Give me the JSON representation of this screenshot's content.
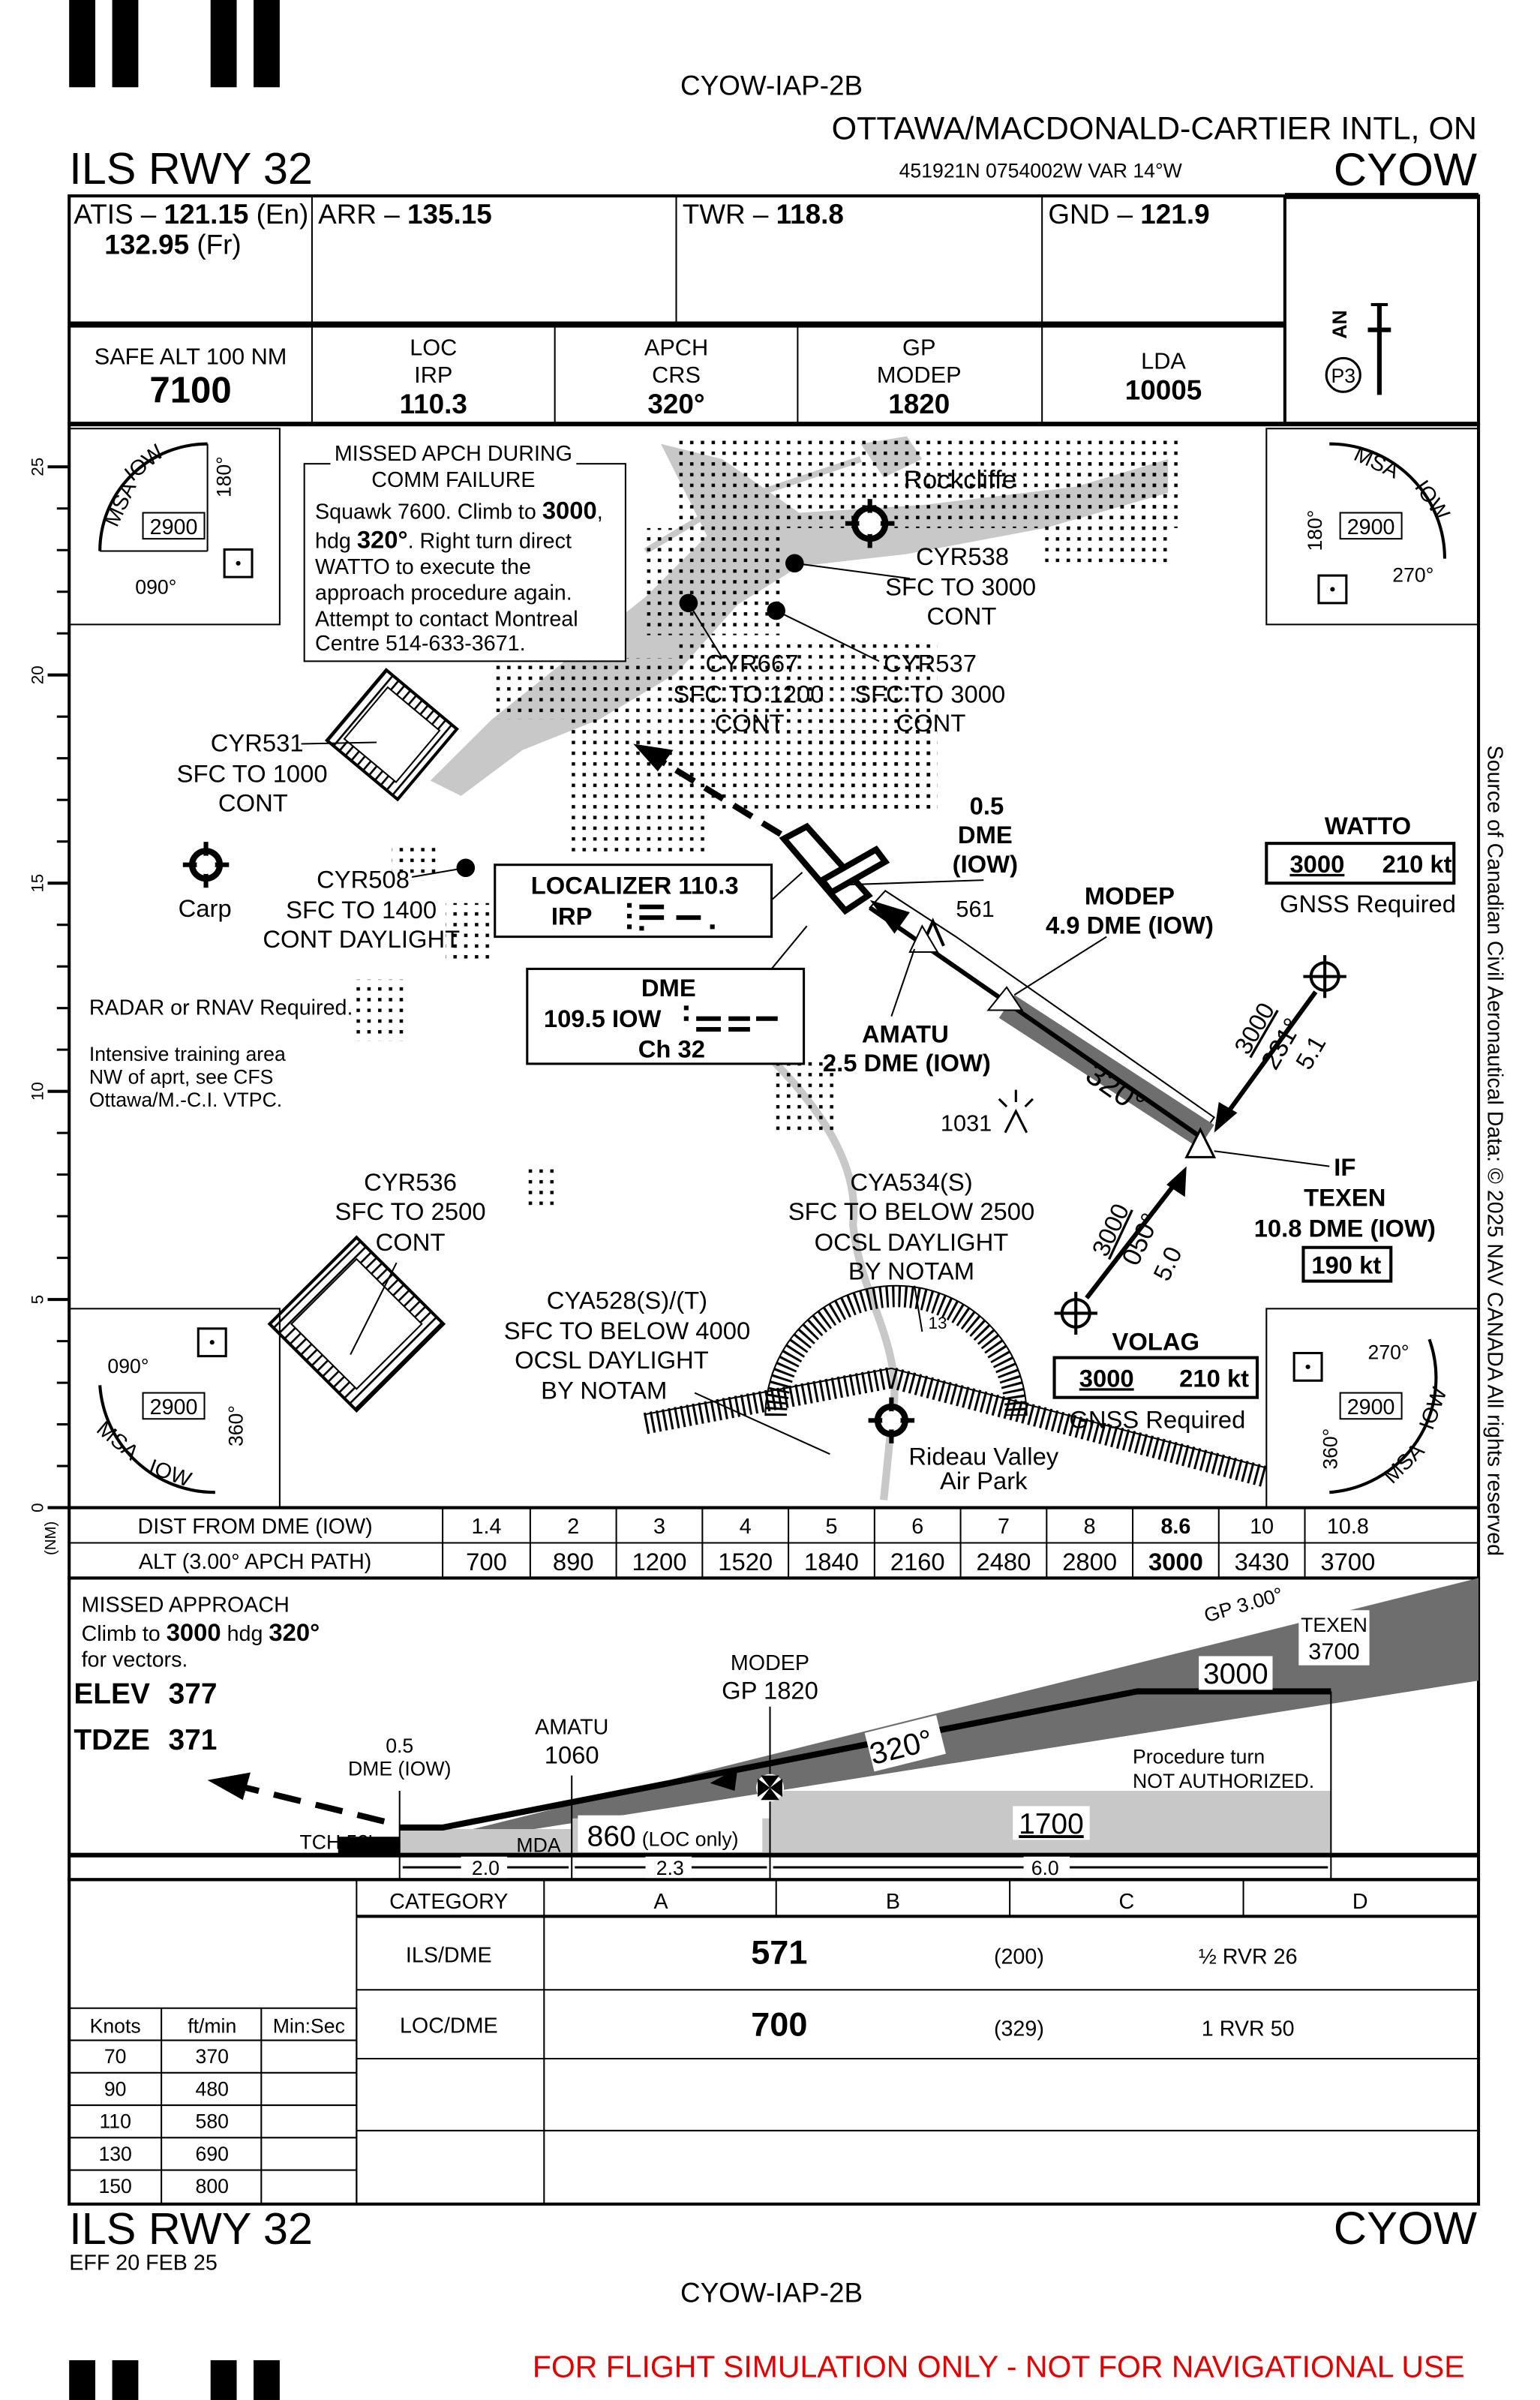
{
  "header": {
    "chart_id": "CYOW-IAP-2B",
    "airport_name": "OTTAWA/MACDONALD-CARTIER INTL, ON",
    "procedure": "ILS RWY 32",
    "position": "451921N  0754002W  VAR 14°W",
    "icao": "CYOW"
  },
  "comms": {
    "atis": "ATIS – ",
    "atis_freq": "121.15",
    "atis_en": " (En)",
    "atis_freq2": "132.95",
    "atis_fr": " (Fr)",
    "arr": "ARR – ",
    "arr_freq": "135.15",
    "twr": "TWR – ",
    "twr_freq": "118.8",
    "gnd": "GND – ",
    "gnd_freq": "121.9"
  },
  "briefing": {
    "safe_alt_label": "SAFE ALT 100 NM",
    "safe_alt": "7100",
    "loc_label": "LOC",
    "loc_id": "IRP",
    "loc_freq": "110.3",
    "apch_label": "APCH",
    "crs_label": "CRS",
    "crs": "320°",
    "gp_label": "GP",
    "gp_fix": "MODEP",
    "gp_alt": "1820",
    "lda_label": "LDA",
    "lda": "10005",
    "lighting_an": "AN",
    "lighting_code": "P3"
  },
  "plan": {
    "scale_labels": [
      "25",
      "20",
      "15",
      "10",
      "5",
      "0"
    ],
    "scale_unit": "(NM)",
    "msa_tl": {
      "msa": "MSA",
      "nav": "IOW",
      "alt": "2900",
      "brg_a": "180°",
      "brg_b": "090°"
    },
    "msa_tr": {
      "msa": "MSA",
      "nav": "IOW",
      "alt": "2900",
      "brg_a": "180°",
      "brg_b": "270°"
    },
    "msa_bl": {
      "msa": "MSA",
      "nav": "IOW",
      "alt": "2900",
      "brg_a": "090°",
      "brg_b": "360°"
    },
    "msa_br": {
      "msa": "MSA",
      "nav": "IOW",
      "alt": "2900",
      "brg_a": "270°",
      "brg_b": "360°"
    },
    "comm_failure": {
      "title1": "MISSED APCH DURING",
      "title2": "COMM FAILURE",
      "l1a": "Squawk 7600. Climb to ",
      "l1b": "3000",
      ",": ",",
      "l2a": "hdg ",
      "l2b": "320°",
      "l2c": ". Right turn direct",
      "l3": "WATTO to execute the",
      "l4": "approach procedure again.",
      "l5": "Attempt to contact Montreal",
      "l6": "Centre 514-633-3671."
    },
    "rockcliffe": "Rockcliffe",
    "cyr538": [
      "CYR538",
      "SFC TO 3000",
      "CONT"
    ],
    "cyr667": [
      "CYR667",
      "SFC TO 1200",
      "CONT"
    ],
    "cyr537": [
      "CYR537",
      "SFC TO 3000",
      "CONT"
    ],
    "cyr531": [
      "CYR531",
      "SFC TO 1000",
      "CONT"
    ],
    "carp": "Carp",
    "cyr508": [
      "CYR508",
      "SFC TO 1400",
      "CONT DAYLIGHT"
    ],
    "localizer": {
      "title": "LOCALIZER 110.3",
      "ident": "IRP"
    },
    "dme": {
      "title": "DME",
      "freq": "109.5 IOW",
      "channel": "Ch 32"
    },
    "radar_note": "RADAR or RNAV Required.",
    "training_note": [
      "Intensive training area",
      "NW of aprt, see CFS",
      "Ottawa/M.-C.I. VTPC."
    ],
    "dme05": [
      "0.5",
      "DME",
      "(IOW)"
    ],
    "obstacle_561": "561",
    "modep": [
      "MODEP",
      "4.9 DME (IOW)"
    ],
    "amatu": [
      "AMATU",
      "2.5 DME (IOW)"
    ],
    "final_course": "320°",
    "obstacle_1031": "1031",
    "if_fix": [
      "IF",
      "TEXEN",
      "10.8 DME (IOW)"
    ],
    "if_speed": "190 kt",
    "watto": {
      "name": "WATTO",
      "alt": "3000",
      "speed": "210 kt",
      "note": "GNSS Required"
    },
    "watto_leg": {
      "alt": "3000",
      "crs": "231°",
      "dist": "5.1"
    },
    "volag": {
      "name": "VOLAG",
      "alt": "3000",
      "speed": "210 kt",
      "note": "GNSS Required"
    },
    "volag_leg": {
      "alt": "3000",
      "crs": "050°",
      "dist": "5.0"
    },
    "cyr536": [
      "CYR536",
      "SFC TO 2500",
      "CONT"
    ],
    "cya534": [
      "CYA534(S)",
      "SFC TO BELOW 2500",
      "OCSL DAYLIGHT",
      "BY NOTAM"
    ],
    "cya528": [
      "CYA528(S)/(T)",
      "SFC TO BELOW 4000",
      "OCSL DAYLIGHT",
      "BY NOTAM"
    ],
    "rideau": [
      "Rideau Valley",
      "Air Park"
    ],
    "rideau_rwy": "13"
  },
  "profile_table": {
    "dist_label": "DIST FROM DME (IOW)",
    "dists": [
      "1.4",
      "2",
      "3",
      "4",
      "5",
      "6",
      "7",
      "8",
      "8.6",
      "10",
      "10.8"
    ],
    "alt_label": "ALT (3.00° APCH PATH)",
    "alts": [
      "700",
      "890",
      "1200",
      "1520",
      "1840",
      "2160",
      "2480",
      "2800",
      "3000",
      "3430",
      "3700"
    ]
  },
  "profile": {
    "missed_title": "MISSED APPROACH",
    "climb": "Climb to ",
    "climb_alt": "3000",
    "hdg": " hdg ",
    "hdg_val": "320°",
    "vectors": "for vectors.",
    "elev_label": "ELEV",
    "elev": "377",
    "tdze_label": "TDZE",
    "tdze": "371",
    "dme05": "0.5",
    "dme05b": "DME (IOW)",
    "amatu": "AMATU",
    "amatu_alt": "1060",
    "modep": "MODEP",
    "modep_gp": "GP 1820",
    "gp": "GP 3.00°",
    "texen": "TEXEN",
    "texen_alt": "3700",
    "level": "3000",
    "course": "320°",
    "pt1": "Procedure turn",
    "pt2": "NOT AUTHORIZED.",
    "min1700": "1700",
    "mda_val": "860",
    "loc_only": "(LOC only)",
    "mda": "MDA",
    "tch": "TCH 52'",
    "d1": "2.0",
    "d2": "2.3",
    "d3": "6.0"
  },
  "minima": {
    "category": "CATEGORY",
    "cats": [
      "A",
      "B",
      "C",
      "D"
    ],
    "ils_label": "ILS/DME",
    "ils_da": "571",
    "ils_hat": "(200)",
    "ils_vis": "½ RVR 26",
    "loc_label": "LOC/DME",
    "loc_mda": "700",
    "loc_hat": "(329)",
    "loc_vis": "1 RVR 50"
  },
  "speed_table": {
    "headers": [
      "Knots",
      "ft/min",
      "Min:Sec"
    ],
    "rows": [
      [
        "70",
        "370"
      ],
      [
        "90",
        "480"
      ],
      [
        "110",
        "580"
      ],
      [
        "130",
        "690"
      ],
      [
        "150",
        "800"
      ]
    ]
  },
  "footer": {
    "procedure": "ILS RWY 32",
    "effective": "EFF 20 FEB 25",
    "icao": "CYOW",
    "chart_id": "CYOW-IAP-2B",
    "disclaimer": "FOR FLIGHT SIMULATION ONLY - NOT FOR NAVIGATIONAL USE",
    "source": "Source of Canadian Civil Aeronautical Data: © 2025 NAV CANADA All rights reserved",
    "disclaimer_color": "#e00000"
  }
}
